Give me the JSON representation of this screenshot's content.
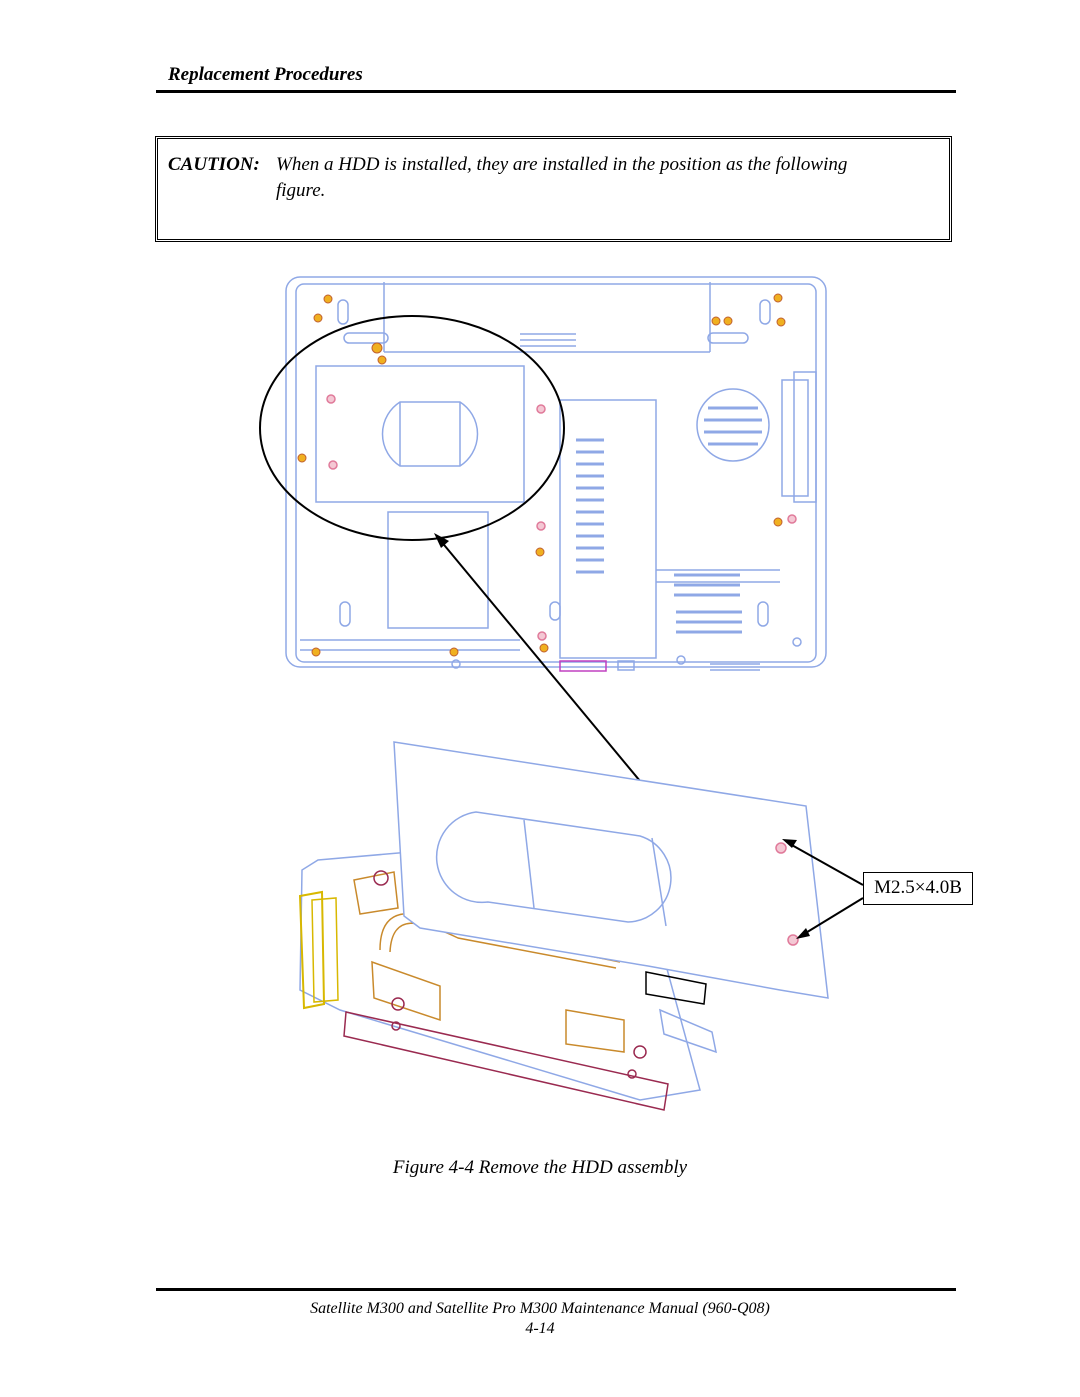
{
  "header": {
    "section_title": "Replacement Procedures"
  },
  "caution": {
    "label": "CAUTION:",
    "line1": "When a HDD is installed, they are installed in the position as the following",
    "line2": "figure."
  },
  "figure": {
    "screw_label": "M2.5×4.0B",
    "caption": "Figure 4-4  Remove the HDD assembly",
    "colors": {
      "outline": "#8fa8e6",
      "screw": "#e07a9a",
      "connector": "#d8b800",
      "highlight": "#000000"
    }
  },
  "footer": {
    "manual_title": "Satellite M300 and Satellite Pro M300 Maintenance Manual (960-Q08)",
    "page_number": "4-14"
  }
}
